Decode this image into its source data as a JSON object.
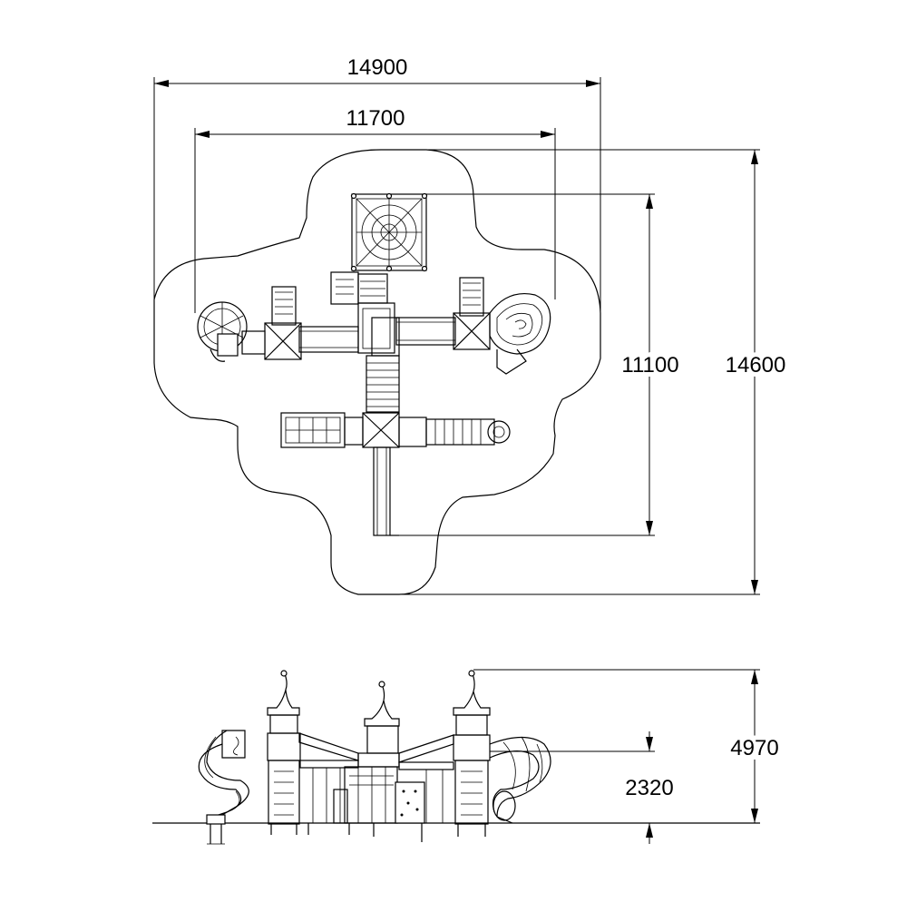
{
  "dimensions": {
    "overall_width": "14900",
    "structure_width": "11700",
    "structure_depth": "11100",
    "overall_depth": "14600",
    "total_height": "4970",
    "platform_height": "2320"
  }
}
